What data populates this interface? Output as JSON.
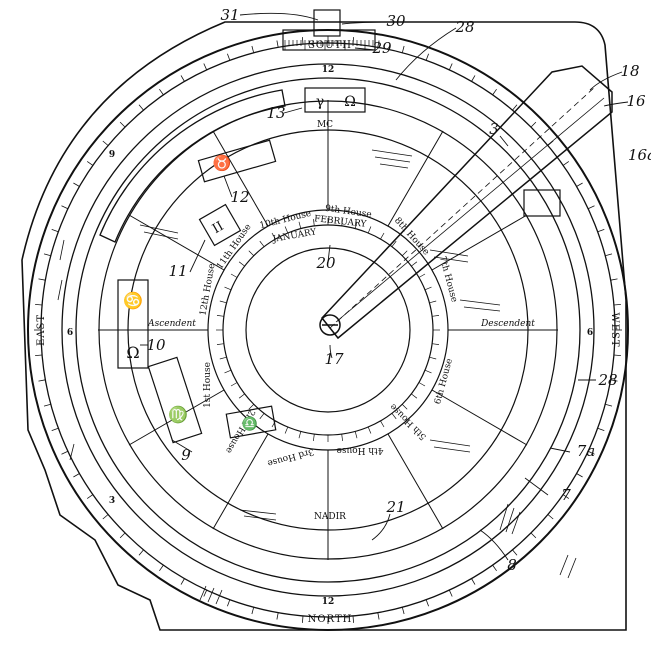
{
  "cardinal": {
    "south": "SOUTH",
    "north": "NORTH",
    "east": "EAST",
    "west": "WEST"
  },
  "axis": {
    "mc": "MC",
    "nadir": "NADIR",
    "ascendant": "Ascendent",
    "descendant": "Descendent"
  },
  "months": {
    "january": "JANUARY",
    "february": "FEBRUARY"
  },
  "houses": {
    "h1": "1st House",
    "h2": "2nd House",
    "h3": "3rd House",
    "h4": "4th House",
    "h5": "5th House",
    "h6": "6th House",
    "h7": "7th House",
    "h8": "8th House",
    "h9": "9th House",
    "h10": "10th House",
    "h11": "11th House",
    "h12": "12th House"
  },
  "symbols": {
    "gemini_box": "II",
    "aries_box": "γ",
    "leo_box": "Ω",
    "virgo_box": "♍",
    "cancer_box": "♋",
    "libra_box": "♎",
    "taurus_box": "♉"
  },
  "ring_numbers": {
    "top": "12",
    "bottom": "12",
    "left": "6",
    "right": "6",
    "upper_left": "9",
    "lower_left": "3"
  },
  "callouts": {
    "c31": "31",
    "c30": "30",
    "c28a": "28",
    "c29": "29",
    "c18": "18",
    "c16": "16",
    "c16a": "16a",
    "c13": "13",
    "c12": "12",
    "c11": "11",
    "c10": "10",
    "c9": "9",
    "c17": "17",
    "c20": "20",
    "c21": "21",
    "c8": "8",
    "c7": "7",
    "c7a": "7a",
    "c28b": "28",
    "c3": "3"
  }
}
